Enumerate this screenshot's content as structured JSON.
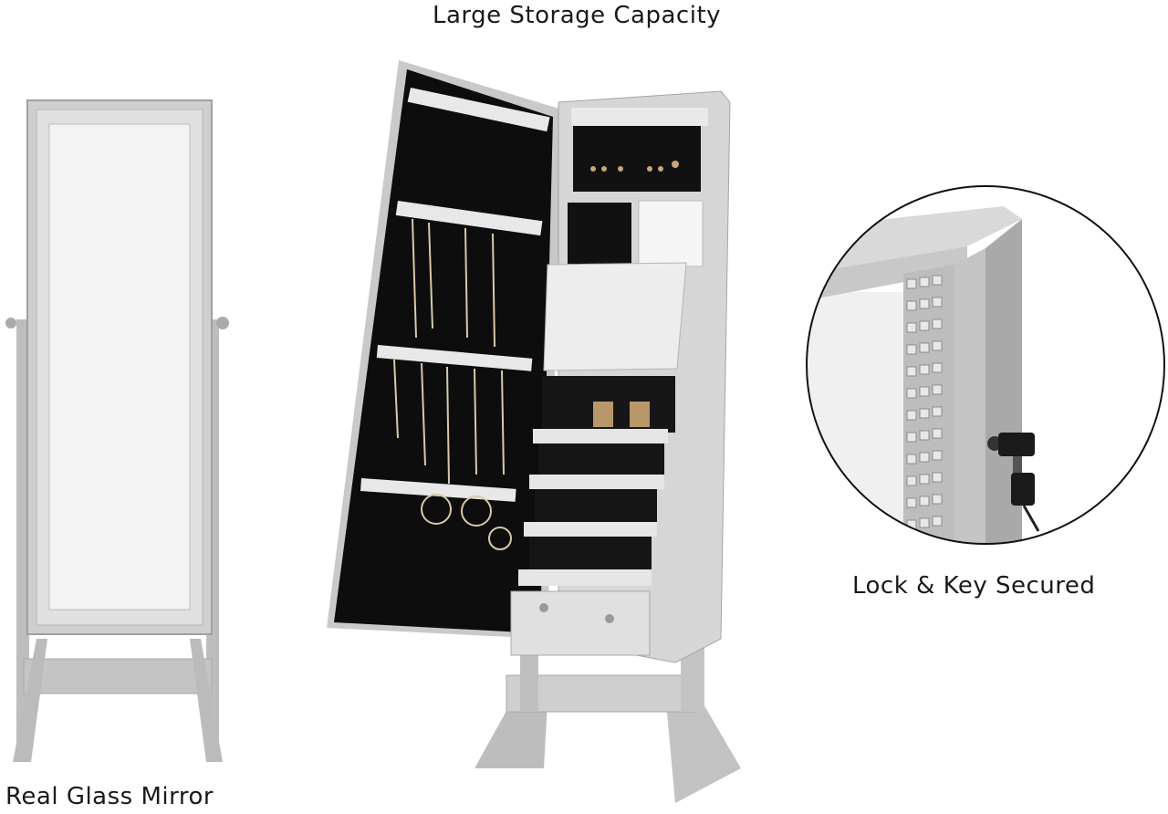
{
  "captions": {
    "storage": "Large Storage Capacity",
    "mirror": "Real Glass Mirror",
    "lock": "Lock & Key Secured"
  },
  "colors": {
    "frame": "#c8c8c8",
    "frame_dark": "#9a9a9a",
    "mirror": "#f1f1f1",
    "cabinet_inside": "#0d0d0d",
    "background": "#ffffff"
  },
  "icons": {
    "mirror": "standing-mirror-image",
    "cabinet": "open-jewelry-cabinet-image",
    "lock": "lock-and-key-closeup-image"
  }
}
